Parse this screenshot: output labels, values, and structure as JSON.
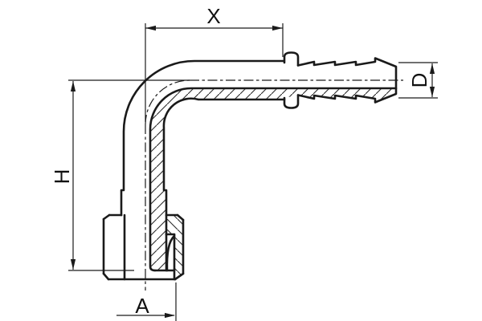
{
  "drawing": {
    "type": "technical-drawing",
    "labels": {
      "x": "X",
      "h": "H",
      "d": "D",
      "a": "A"
    }
  },
  "colors": {
    "line": "#1a1a1a",
    "background": "#ffffff"
  }
}
